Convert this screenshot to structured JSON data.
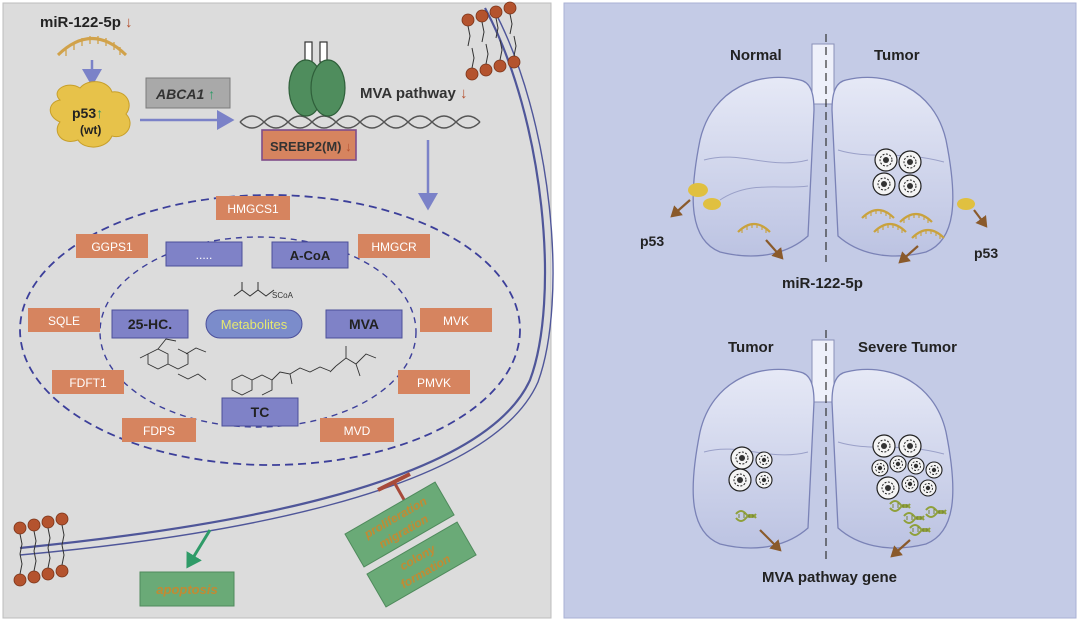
{
  "left_panel": {
    "mirna_label": "miR-122-5p",
    "mirna_arrow": "↓",
    "p53_label": "p53",
    "p53_arrow": "↑",
    "p53_sub": "(wt)",
    "abca1_label": "ABCA1",
    "abca1_arrow": "↑",
    "mva_pathway_label": "MVA pathway",
    "mva_pathway_arrow": "↓",
    "srebp2_label": "SREBP2(M)",
    "srebp2_arrow": "↓",
    "enzymes": [
      "HMGCS1",
      "GGPS1",
      "HMGCR",
      "SQLE",
      "MVK",
      "FDFT1",
      "PMVK",
      "FDPS",
      "MVD"
    ],
    "metabolites": {
      "ellipsis": ".....",
      "acoa": "A-CoA",
      "hc25": "25-HC.",
      "center": "Metabolites",
      "mva": "MVA",
      "tc": "TC",
      "scoa": "SCoA"
    },
    "outcomes": {
      "apoptosis": "apoptosis",
      "proliferation": "proliferation",
      "migration": "migration",
      "colony": "colony",
      "formation": "formation"
    },
    "colors": {
      "panel_bg": "#dcdcdc",
      "enzyme_box": "#d6845f",
      "metabolite_box": "#7f82c7",
      "mva_box": "#7b8ccb",
      "arrow_blue": "#7b82c8",
      "p53_yellow": "#e7c24a",
      "outcome_green": "#6aaa77",
      "inhibit_red": "#a84a3a",
      "green_arrow": "#2f9b68",
      "dashed_blue": "#3c3f9a"
    }
  },
  "right_panel": {
    "top_left_label": "Normal",
    "top_right_label": "Tumor",
    "p53_left": "p53",
    "p53_right": "p53",
    "mirna_label": "miR-122-5p",
    "bottom_left_label": "Tumor",
    "bottom_right_label": "Severe Tumor",
    "mva_gene_label": "MVA pathway gene",
    "colors": {
      "panel_bg": "#c4cbe6",
      "lung_fill": "#c9cfe8",
      "arrow_brown": "#8a5a2b"
    }
  }
}
